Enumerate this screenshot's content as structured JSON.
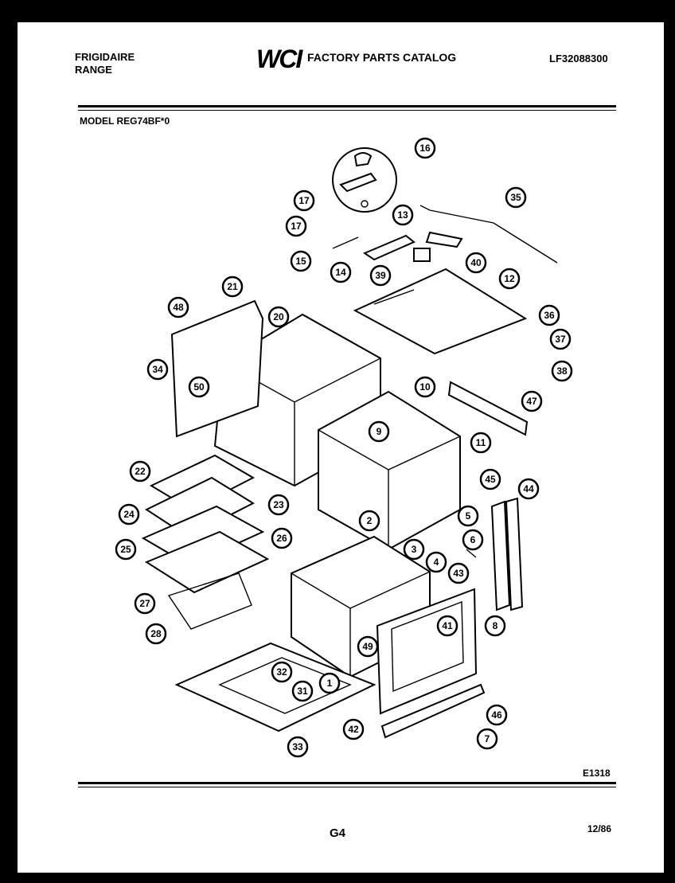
{
  "header": {
    "brand_line1": "FRIGIDAIRE",
    "brand_line2": "RANGE",
    "logo": "WCI",
    "catalog_title": "FACTORY PARTS CATALOG",
    "part_number": "LF32088300",
    "model": "MODEL REG74BF*0"
  },
  "footer": {
    "diagram_code": "E1318",
    "page_label": "G4",
    "date": "12/86"
  },
  "callouts": [
    "16",
    "17",
    "17",
    "35",
    "13",
    "15",
    "14",
    "40",
    "39",
    "12",
    "48",
    "21",
    "20",
    "34",
    "50",
    "36",
    "37",
    "38",
    "10",
    "47",
    "9",
    "11",
    "22",
    "23",
    "24",
    "45",
    "44",
    "2",
    "5",
    "25",
    "26",
    "3",
    "6",
    "4",
    "43",
    "27",
    "8",
    "49",
    "41",
    "28",
    "32",
    "31",
    "1",
    "46",
    "42",
    "7",
    "33"
  ]
}
